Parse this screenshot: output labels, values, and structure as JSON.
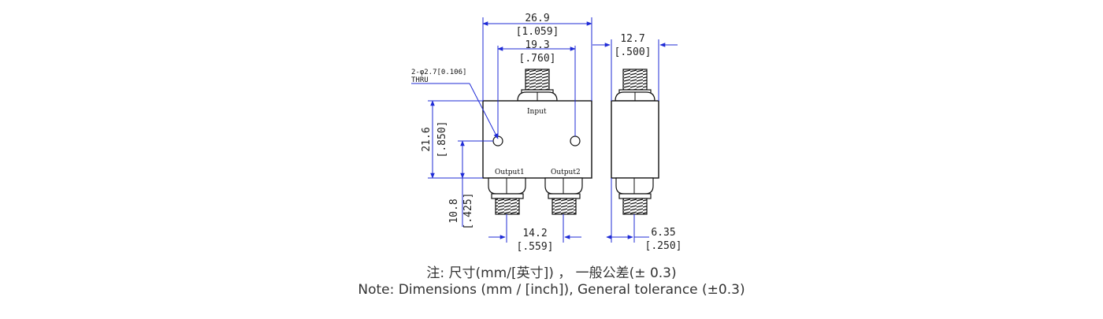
{
  "drawing": {
    "hole_callout": [
      "2-φ2.7[0.106]",
      "THRU"
    ],
    "port_labels": {
      "input": "Input",
      "output1": "Output1",
      "output2": "Output2"
    },
    "dimensions": {
      "overall_width": {
        "mm": "26.9",
        "inch": "[1.059]"
      },
      "hole_spacing": {
        "mm": "19.3",
        "inch": "[.760]"
      },
      "depth": {
        "mm": "12.7",
        "inch": "[.500]"
      },
      "height": {
        "mm": "21.6",
        "inch": "[.850]"
      },
      "hole_height": {
        "mm": "10.8",
        "inch": "[.425]"
      },
      "output_spacing": {
        "mm": "14.2",
        "inch": "[.559]"
      },
      "side_offset": {
        "mm": "6.35",
        "inch": "[.250]"
      }
    }
  },
  "notes": {
    "zh": "注: 尺寸(mm/[英寸]) ， 一般公差(± 0.3)",
    "en": "Note: Dimensions (mm / [inch]), General tolerance (±0.3)"
  },
  "colors": {
    "dimension_line": "#1f2bd6",
    "outline": "#111111"
  }
}
